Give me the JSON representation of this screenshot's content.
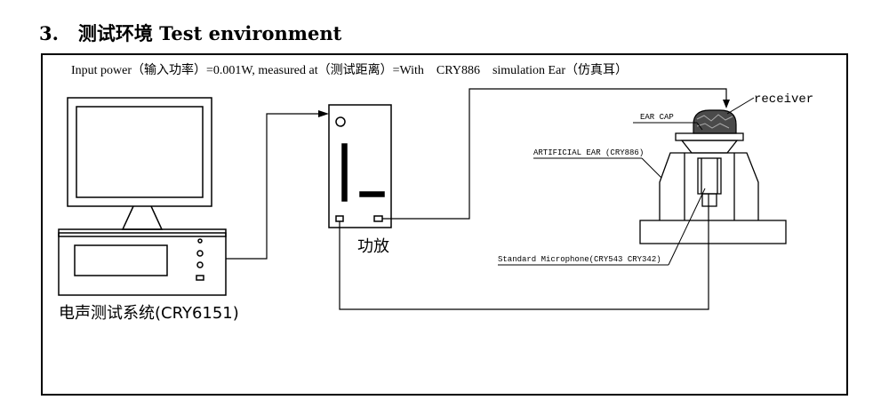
{
  "heading": {
    "number": "3.",
    "title": "测试环境 Test environment"
  },
  "diagram": {
    "caption": "Input power（输入功率）=0.001W, measured at（测试距离）=With    CRY886    simulation Ear（仿真耳）",
    "labels": {
      "amplifier": "功放",
      "test_system": "电声测试系统(CRY6151)",
      "receiver": "receiver",
      "ear_cap": "EAR CAP",
      "artificial_ear": "ARTIFICIAL EAR (CRY886)",
      "microphone": "Standard Microphone(CRY543 CRY342)"
    }
  }
}
